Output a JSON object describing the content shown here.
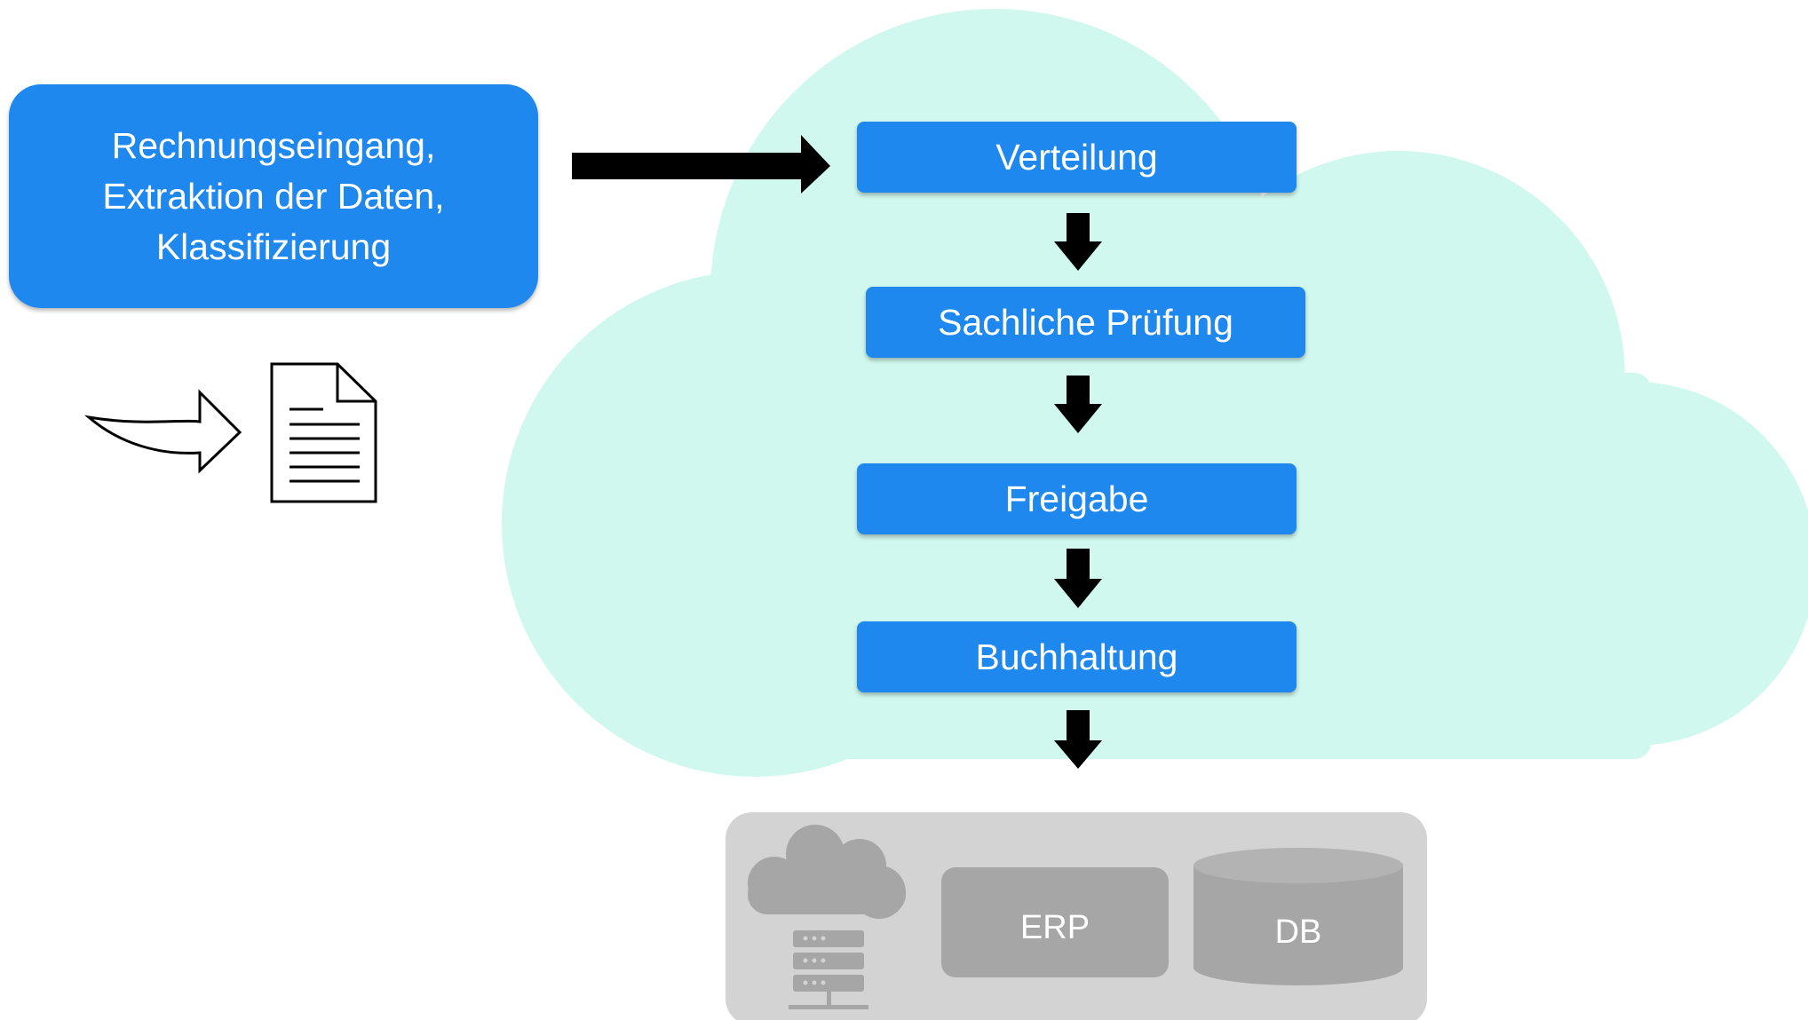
{
  "intake": {
    "label": "Rechnungseingang,\nExtraktion der Daten,\nKlassifizierung"
  },
  "workflow": {
    "steps": [
      {
        "label": "Verteilung"
      },
      {
        "label": "Sachliche Prüfung"
      },
      {
        "label": "Freigabe"
      },
      {
        "label": "Buchhaltung"
      }
    ]
  },
  "backend": {
    "erp_label": "ERP",
    "db_label": "DB"
  },
  "icons": {
    "incoming": "curved-arrow-icon",
    "document": "document-icon",
    "hosting": "cloud-server-icon"
  },
  "colors": {
    "box": "#1e88ee",
    "cloud": "#d0f8ee",
    "backend_panel": "#d3d3d3",
    "backend_items": "#a6a6a6",
    "arrows": "#000000"
  }
}
